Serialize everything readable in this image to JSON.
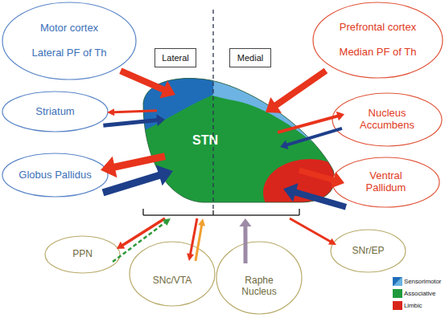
{
  "diagram": {
    "nodes": [
      {
        "text": [
          "Motor cortex",
          "Lateral PF of Th"
        ]
      },
      {
        "text": [
          "Lateral"
        ]
      },
      {
        "text": [
          "Medial"
        ]
      },
      {
        "text": [
          "Prefrontal cortex",
          "Median PF of Th"
        ]
      },
      {
        "text": [
          "Striatum"
        ]
      },
      {
        "text": [
          "STN"
        ]
      },
      {
        "text": [
          "Nucleus Accumbens"
        ]
      },
      {
        "text": [
          "Globus Pallidus"
        ]
      },
      {
        "text": [
          "Ventral Pallidum"
        ]
      },
      {
        "text": [
          "PPN"
        ]
      },
      {
        "text": [
          "SNc/VTA"
        ]
      },
      {
        "text": [
          "Raphe Nucleus"
        ]
      },
      {
        "text": [
          "SNr/EP"
        ]
      }
    ],
    "edges": [
      {
        "from": 0,
        "to": 5,
        "arrow": "to"
      },
      {
        "from": 5,
        "to": 4,
        "arrow": "to"
      },
      {
        "from": 4,
        "to": 5,
        "arrow": "to"
      },
      {
        "from": 5,
        "to": 7,
        "arrow": "to"
      },
      {
        "from": 7,
        "to": 5,
        "arrow": "to"
      },
      {
        "from": 3,
        "to": 5,
        "arrow": "to"
      },
      {
        "from": 5,
        "to": 6,
        "arrow": "to"
      },
      {
        "from": 6,
        "to": 5,
        "arrow": "to"
      },
      {
        "from": 5,
        "to": 8,
        "arrow": "to"
      },
      {
        "from": 8,
        "to": 5,
        "arrow": "to"
      },
      {
        "from": 5,
        "to": 9,
        "arrow": "to"
      },
      {
        "from": 9,
        "to": 5,
        "arrow": "to"
      },
      {
        "from": 5,
        "to": 10,
        "arrow": "to"
      },
      {
        "from": 10,
        "to": 5,
        "arrow": "to"
      },
      {
        "from": 11,
        "to": 5,
        "arrow": "to"
      },
      {
        "from": 5,
        "to": 12,
        "arrow": "to"
      }
    ],
    "legend": [
      {
        "text": "Sensorimotor",
        "color": "#6bb3e0"
      },
      {
        "text": "Associative",
        "color": "#1e9a3c"
      },
      {
        "text": "Limbic",
        "color": "#d9261c"
      }
    ]
  }
}
